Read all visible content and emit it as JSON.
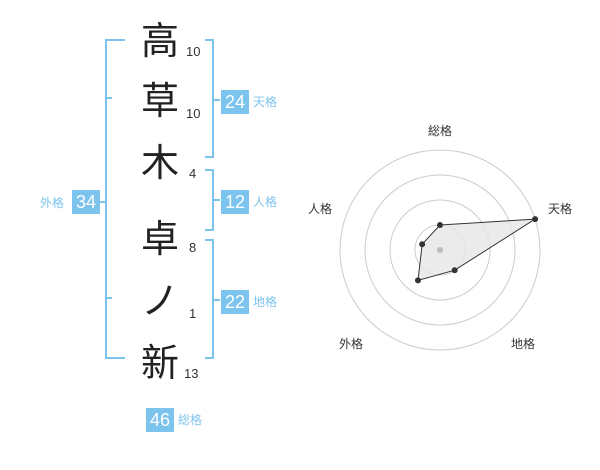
{
  "colors": {
    "accent": "#7cc4ee",
    "text": "#222222",
    "ring": "#cccccc",
    "fill": "#e6e6e6",
    "point": "#333333"
  },
  "name": {
    "chars": [
      {
        "char": "高",
        "strokes": "10"
      },
      {
        "char": "草",
        "strokes": "10"
      },
      {
        "char": "木",
        "strokes": "4"
      },
      {
        "char": "卓",
        "strokes": "8"
      },
      {
        "char": "ノ",
        "strokes": "1"
      },
      {
        "char": "新",
        "strokes": "13"
      }
    ]
  },
  "kaku": {
    "tenkaku": {
      "value": "24",
      "label": "天格"
    },
    "jinkaku": {
      "value": "12",
      "label": "人格"
    },
    "chikaku": {
      "value": "22",
      "label": "地格"
    },
    "gaikaku": {
      "value": "34",
      "label": "外格"
    },
    "soukaku": {
      "value": "46",
      "label": "総格"
    }
  },
  "radar": {
    "labels": {
      "soukaku": "総格",
      "tenkaku": "天格",
      "chikaku": "地格",
      "gaikaku": "外格",
      "jinkaku": "人格"
    },
    "rings": 4,
    "values": {
      "soukaku": 1,
      "tenkaku": 4,
      "chikaku": 1,
      "gaikaku": 1.5,
      "jinkaku": 0.75
    }
  }
}
